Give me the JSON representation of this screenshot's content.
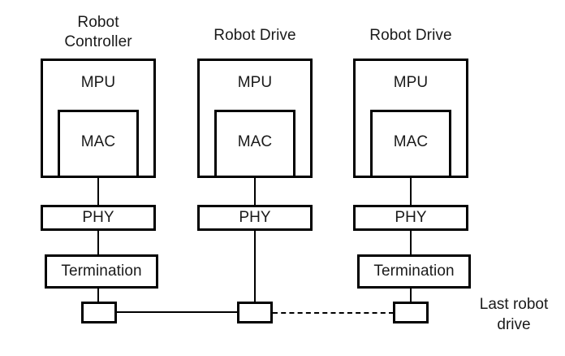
{
  "diagram": {
    "type": "block-diagram",
    "title_text": "Robot network topology block diagram",
    "background_color": "#ffffff",
    "line_color": "#000000",
    "text_color": "#1a1a1a"
  },
  "columns": [
    {
      "id": "robot-controller",
      "title": "Robot\nController",
      "mpu_label": "MPU",
      "mac_label": "MAC",
      "phy_label": "PHY",
      "termination_label": "Termination",
      "has_termination": true,
      "connector_label": ""
    },
    {
      "id": "robot-drive-1",
      "title": "Robot Drive",
      "mpu_label": "MPU",
      "mac_label": "MAC",
      "phy_label": "PHY",
      "termination_label": "",
      "has_termination": false,
      "connector_label": ""
    },
    {
      "id": "robot-drive-last",
      "title": "Robot Drive",
      "mpu_label": "MPU",
      "mac_label": "MAC",
      "phy_label": "PHY",
      "termination_label": "Termination",
      "has_termination": true,
      "connector_label": ""
    }
  ],
  "bus": {
    "segment_1_style": "solid",
    "segment_2_style": "dashed",
    "end_note": "Last robot\ndrive"
  }
}
